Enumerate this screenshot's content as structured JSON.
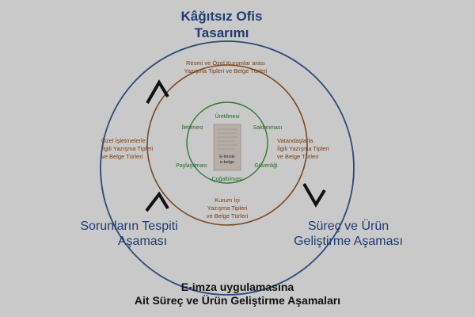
{
  "colors": {
    "background": "#c9c9c9",
    "outer_ring": "#2c4a7a",
    "middle_ring": "#7a4a22",
    "inner_ring": "#2e7a34",
    "arrow": "#111111"
  },
  "title": {
    "line1": "Kâğıtsız Ofis",
    "line2": "Tasarımı"
  },
  "phases": {
    "left": {
      "line1": "Sorunların Tespiti",
      "line2": "Aşaması"
    },
    "right": {
      "line1": "Süreç ve Ürün",
      "line2": "Geliştirme Aşaması"
    }
  },
  "middle_ring_labels": {
    "top": {
      "line1": "Resmi ve Özel Kurumlar arası",
      "line2": "Yazışma Tipleri ve Belge Türleri"
    },
    "left": {
      "line1": "Özel İşletmelerle",
      "line2": "İlgili Yazışma Tipleri",
      "line3": "ve Belge Türleri"
    },
    "right": {
      "line1": "Vatandaşlarla",
      "line2": "İlgili Yazışma Tipleri",
      "line3": "ve Belge Türleri"
    },
    "bottom": {
      "line1": "Kurum İçi",
      "line2": "Yazışma Tipleri",
      "line3": "ve Belge Türleri"
    }
  },
  "inner_ring_labels": {
    "uretilmesi": "Üretilmesi",
    "iletilmesi": "İletilmesi",
    "saklanmasi": "Saklanması",
    "paylasilmasi": "Paylaşılması",
    "guvenligi": "Güvenliği",
    "cogaltilmasi": "Çoğaltılması"
  },
  "center_document": {
    "line1": "E-imzalı",
    "line2": "e-belge"
  },
  "caption": {
    "line1": "E-imza uygulamasına",
    "line2": "Ait Süreç ve Ürün Geliştirme Aşamaları"
  }
}
